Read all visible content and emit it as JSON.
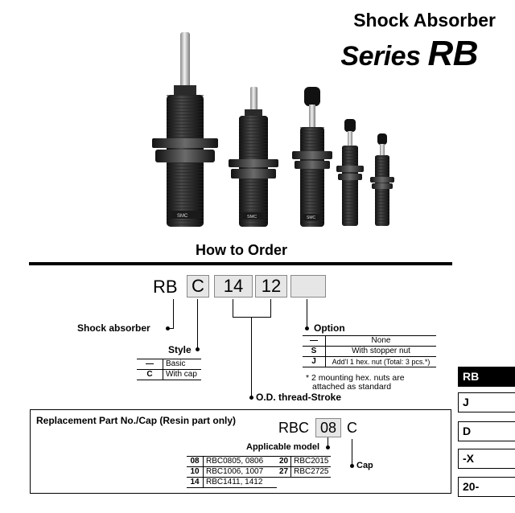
{
  "header": {
    "title_line1": "Shock Absorber",
    "title_series": "Series ",
    "title_model": "RB"
  },
  "section_title": "How to Order",
  "order_code": {
    "prefix": "RB",
    "style": "C",
    "od": "14",
    "stroke": "12",
    "option": ""
  },
  "callouts": {
    "shock_absorber": "Shock absorber",
    "style": "Style",
    "option": "Option",
    "od_stroke": "O.D. thread-Stroke"
  },
  "style_table": [
    {
      "code": "—",
      "desc": "Basic"
    },
    {
      "code": "C",
      "desc": "With cap"
    }
  ],
  "option_table": [
    {
      "code": "—",
      "desc": "None"
    },
    {
      "code": "S",
      "desc": "With stopper nut"
    },
    {
      "code": "J",
      "desc": "Add'l 1 hex. nut (Total: 3 pcs.*)"
    }
  ],
  "option_note_1": "* 2 mounting hex. nuts are",
  "option_note_2": "attached as standard",
  "replacement": {
    "title": "Replacement Part No./Cap (Resin part only)",
    "prefix": "RBC",
    "model_code": "08",
    "suffix": "C",
    "applicable_model_label": "Applicable model",
    "cap_label": "Cap",
    "left_rows": [
      {
        "code": "08",
        "models": "RBC0805, 0806"
      },
      {
        "code": "10",
        "models": "RBC1006, 1007"
      },
      {
        "code": "14",
        "models": "RBC1411, 1412"
      }
    ],
    "right_rows": [
      {
        "code": "20",
        "models": "RBC2015"
      },
      {
        "code": "27",
        "models": "RBC2725"
      }
    ]
  },
  "side_tabs": [
    {
      "label": "RB",
      "active": true
    },
    {
      "label": "J",
      "active": false
    },
    {
      "label": "D",
      "active": false
    },
    {
      "label": "-X",
      "active": false
    },
    {
      "label": "20-",
      "active": false
    }
  ],
  "product_marks": [
    "SMC",
    "SMC",
    "SMC"
  ]
}
